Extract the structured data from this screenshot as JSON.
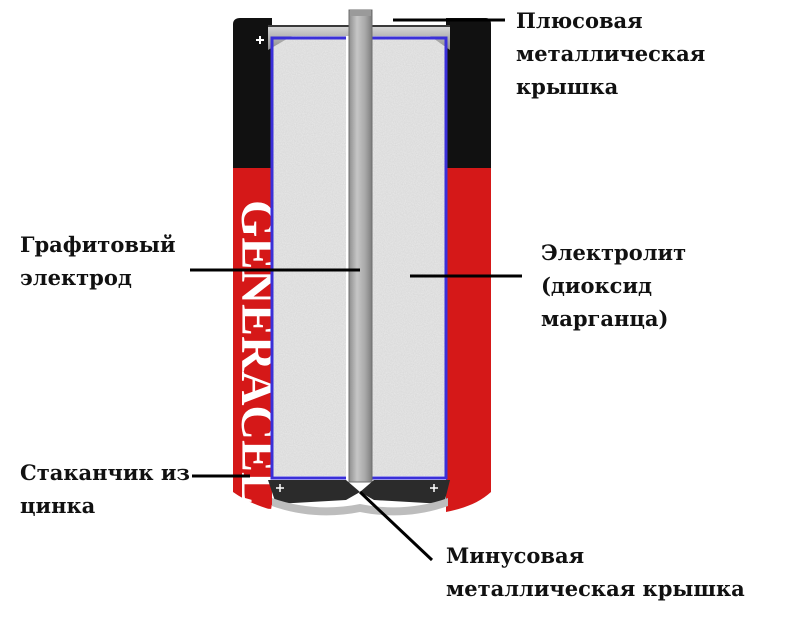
{
  "brand": "GENERACELL",
  "labels": {
    "positive_cap": [
      "Плюсовая",
      "металлическая",
      "крышка"
    ],
    "graphite_electrode": [
      "Графитовый",
      "электрод"
    ],
    "electrolyte": [
      "Электролит",
      "(диоксид",
      "марганца)"
    ],
    "zinc_cup": [
      "Стаканчик из",
      "цинка"
    ],
    "negative_cap": [
      "Минусовая",
      "металлическая крышка"
    ]
  },
  "colors": {
    "casing_red": "#d51818",
    "casing_black": "#111111",
    "zinc_cup_outline": "#3a2fd8",
    "electrolyte_fill": "#e9e9e9",
    "graphite_rod": "#a3a3a3",
    "leader_line": "#000000"
  }
}
